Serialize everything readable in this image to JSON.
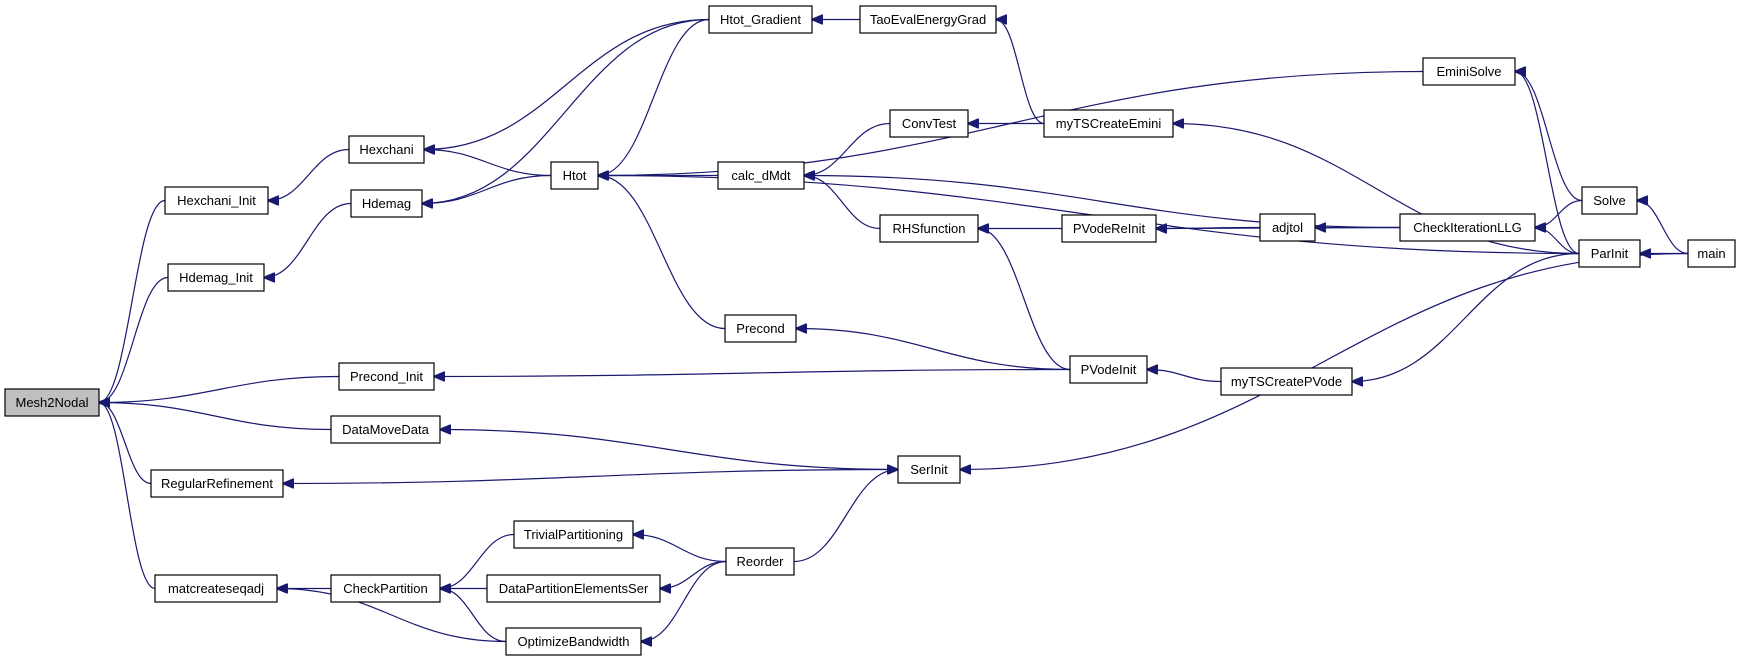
{
  "graph": {
    "type": "call-graph",
    "root": "Mesh2Nodal",
    "edge_color": "#191970",
    "root_fill": "#bfbfbf",
    "nodes": [
      {
        "id": "Mesh2Nodal",
        "label": "Mesh2Nodal"
      },
      {
        "id": "Hexchani_Init",
        "label": "Hexchani_Init"
      },
      {
        "id": "Hdemag_Init",
        "label": "Hdemag_Init"
      },
      {
        "id": "Precond_Init",
        "label": "Precond_Init"
      },
      {
        "id": "DataMoveData",
        "label": "DataMoveData"
      },
      {
        "id": "RegularRefinement",
        "label": "RegularRefinement"
      },
      {
        "id": "matcreateseqadj",
        "label": "matcreateseqadj"
      },
      {
        "id": "Hexchani",
        "label": "Hexchani"
      },
      {
        "id": "Hdemag",
        "label": "Hdemag"
      },
      {
        "id": "CheckPartition",
        "label": "CheckPartition"
      },
      {
        "id": "Htot_Gradient",
        "label": "Htot_Gradient"
      },
      {
        "id": "Htot",
        "label": "Htot"
      },
      {
        "id": "TrivialPartitioning",
        "label": "TrivialPartitioning"
      },
      {
        "id": "DataPartitionElementsSer",
        "label": "DataPartitionElementsSer"
      },
      {
        "id": "OptimizeBandwidth",
        "label": "OptimizeBandwidth"
      },
      {
        "id": "calc_dMdt",
        "label": "calc_dMdt"
      },
      {
        "id": "Precond",
        "label": "Precond"
      },
      {
        "id": "Reorder",
        "label": "Reorder"
      },
      {
        "id": "TaoEvalEnergyGrad",
        "label": "TaoEvalEnergyGrad"
      },
      {
        "id": "ConvTest",
        "label": "ConvTest"
      },
      {
        "id": "RHSfunction",
        "label": "RHSfunction"
      },
      {
        "id": "SerInit",
        "label": "SerInit"
      },
      {
        "id": "myTSCreateEmini",
        "label": "myTSCreateEmini"
      },
      {
        "id": "PVodeReInit",
        "label": "PVodeReInit"
      },
      {
        "id": "PVodeInit",
        "label": "PVodeInit"
      },
      {
        "id": "adjtol",
        "label": "adjtol"
      },
      {
        "id": "myTSCreatePVode",
        "label": "myTSCreatePVode"
      },
      {
        "id": "CheckIterationLLG",
        "label": "CheckIterationLLG"
      },
      {
        "id": "EminiSolve",
        "label": "EminiSolve"
      },
      {
        "id": "Solve",
        "label": "Solve"
      },
      {
        "id": "ParInit",
        "label": "ParInit"
      },
      {
        "id": "main",
        "label": "main"
      }
    ],
    "edges": [
      {
        "from": "Hexchani_Init",
        "to": "Mesh2Nodal"
      },
      {
        "from": "Hdemag_Init",
        "to": "Mesh2Nodal"
      },
      {
        "from": "Precond_Init",
        "to": "Mesh2Nodal"
      },
      {
        "from": "DataMoveData",
        "to": "Mesh2Nodal"
      },
      {
        "from": "RegularRefinement",
        "to": "Mesh2Nodal"
      },
      {
        "from": "matcreateseqadj",
        "to": "Mesh2Nodal"
      },
      {
        "from": "Hexchani",
        "to": "Hexchani_Init"
      },
      {
        "from": "Hdemag",
        "to": "Hdemag_Init"
      },
      {
        "from": "Htot_Gradient",
        "to": "Hexchani"
      },
      {
        "from": "Htot",
        "to": "Hexchani"
      },
      {
        "from": "Htot_Gradient",
        "to": "Hdemag"
      },
      {
        "from": "Htot",
        "to": "Hdemag"
      },
      {
        "from": "TaoEvalEnergyGrad",
        "to": "Htot_Gradient"
      },
      {
        "from": "Htot_Gradient",
        "to": "Htot"
      },
      {
        "from": "calc_dMdt",
        "to": "Htot"
      },
      {
        "from": "Precond",
        "to": "Htot"
      },
      {
        "from": "EminiSolve",
        "to": "Htot"
      },
      {
        "from": "ParInit",
        "to": "Htot"
      },
      {
        "from": "myTSCreateEmini",
        "to": "TaoEvalEnergyGrad"
      },
      {
        "from": "ConvTest",
        "to": "calc_dMdt"
      },
      {
        "from": "RHSfunction",
        "to": "calc_dMdt"
      },
      {
        "from": "CheckIterationLLG",
        "to": "calc_dMdt"
      },
      {
        "from": "myTSCreateEmini",
        "to": "ConvTest"
      },
      {
        "from": "ParInit",
        "to": "myTSCreateEmini"
      },
      {
        "from": "PVodeReInit",
        "to": "RHSfunction"
      },
      {
        "from": "PVodeInit",
        "to": "RHSfunction"
      },
      {
        "from": "adjtol",
        "to": "PVodeReInit"
      },
      {
        "from": "CheckIterationLLG",
        "to": "PVodeReInit"
      },
      {
        "from": "CheckIterationLLG",
        "to": "adjtol"
      },
      {
        "from": "Solve",
        "to": "CheckIterationLLG"
      },
      {
        "from": "ParInit",
        "to": "CheckIterationLLG"
      },
      {
        "from": "PVodeInit",
        "to": "Precond"
      },
      {
        "from": "PVodeInit",
        "to": "Precond_Init"
      },
      {
        "from": "myTSCreatePVode",
        "to": "PVodeInit"
      },
      {
        "from": "ParInit",
        "to": "myTSCreatePVode"
      },
      {
        "from": "Solve",
        "to": "EminiSolve"
      },
      {
        "from": "ParInit",
        "to": "EminiSolve"
      },
      {
        "from": "main",
        "to": "Solve"
      },
      {
        "from": "main",
        "to": "ParInit"
      },
      {
        "from": "SerInit",
        "to": "DataMoveData"
      },
      {
        "from": "SerInit",
        "to": "RegularRefinement"
      },
      {
        "from": "main",
        "to": "SerInit"
      },
      {
        "from": "Reorder",
        "to": "SerInit"
      },
      {
        "from": "CheckPartition",
        "to": "matcreateseqadj"
      },
      {
        "from": "OptimizeBandwidth",
        "to": "matcreateseqadj"
      },
      {
        "from": "TrivialPartitioning",
        "to": "CheckPartition"
      },
      {
        "from": "DataPartitionElementsSer",
        "to": "CheckPartition"
      },
      {
        "from": "OptimizeBandwidth",
        "to": "CheckPartition"
      },
      {
        "from": "Reorder",
        "to": "TrivialPartitioning"
      },
      {
        "from": "Reorder",
        "to": "DataPartitionElementsSer"
      },
      {
        "from": "Reorder",
        "to": "OptimizeBandwidth"
      }
    ]
  }
}
